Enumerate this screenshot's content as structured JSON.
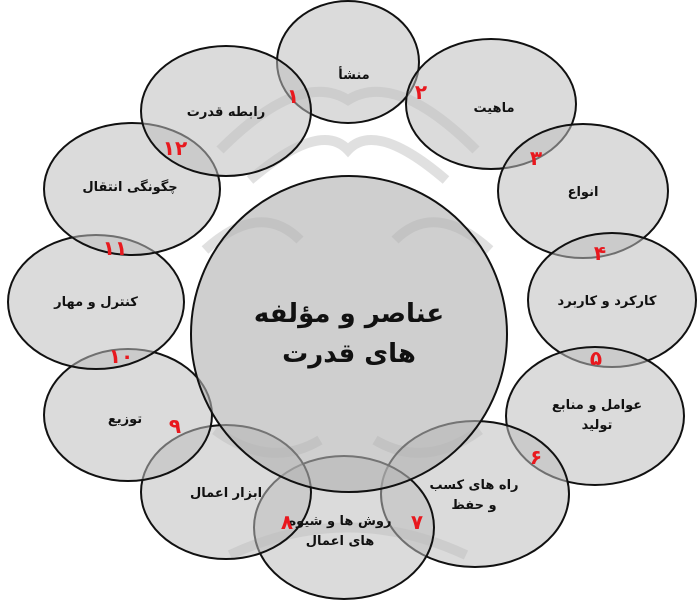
{
  "diagram": {
    "center_title": "عناصر و مؤلفه های قدرت",
    "items": [
      {
        "label": "منشأ",
        "number": "۱"
      },
      {
        "label": "ماهیت",
        "number": "۲"
      },
      {
        "label": "انواع",
        "number": "۳"
      },
      {
        "label": "کارکرد و کاربرد",
        "number": "۴"
      },
      {
        "label": "عوامل و منابع تولید",
        "number": "۵"
      },
      {
        "label": "راه های کسب و حفظ",
        "number": "۶"
      },
      {
        "label": "روش ها و شیوه های اعمال",
        "number": "۷"
      },
      {
        "label": "ابزار اعمال",
        "number": "۸"
      },
      {
        "label": "توزیع",
        "number": "۹"
      },
      {
        "label": "کنترل و مهار",
        "number": "۱۰"
      },
      {
        "label": "چگونگی انتقال",
        "number": "۱۱"
      },
      {
        "label": "رابطه قدرت",
        "number": "۱۲"
      }
    ],
    "colors": {
      "circle_fill": "#bebebe",
      "circle_border": "#111111",
      "number_color": "#e8181e",
      "text_color": "#111111"
    }
  }
}
